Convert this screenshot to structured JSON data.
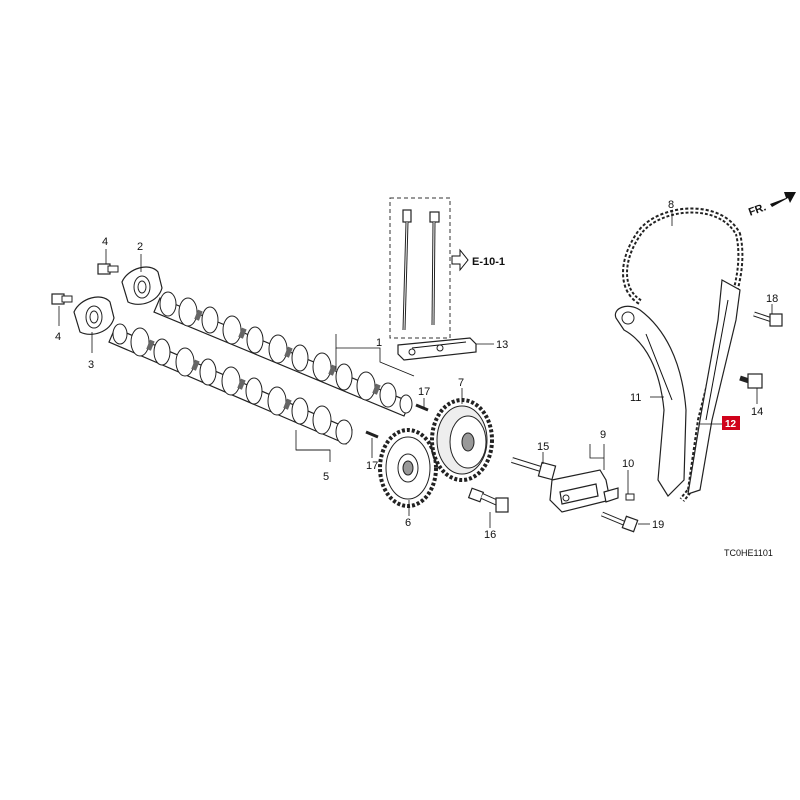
{
  "diagram": {
    "direction_label": "FR.",
    "reference_label": "E-10-1",
    "image_code": "TC0HE1101",
    "highlight_color": "#d0021b",
    "callouts": [
      {
        "id": "c1",
        "text": "1"
      },
      {
        "id": "c2",
        "text": "2"
      },
      {
        "id": "c3",
        "text": "3"
      },
      {
        "id": "c4a",
        "text": "4"
      },
      {
        "id": "c4b",
        "text": "4"
      },
      {
        "id": "c5",
        "text": "5"
      },
      {
        "id": "c6",
        "text": "6"
      },
      {
        "id": "c7",
        "text": "7"
      },
      {
        "id": "c8",
        "text": "8"
      },
      {
        "id": "c9",
        "text": "9"
      },
      {
        "id": "c10",
        "text": "10"
      },
      {
        "id": "c11",
        "text": "11"
      },
      {
        "id": "c12",
        "text": "12",
        "highlighted": true
      },
      {
        "id": "c13",
        "text": "13"
      },
      {
        "id": "c14",
        "text": "14"
      },
      {
        "id": "c15",
        "text": "15"
      },
      {
        "id": "c16",
        "text": "16"
      },
      {
        "id": "c17a",
        "text": "17"
      },
      {
        "id": "c17b",
        "text": "17"
      },
      {
        "id": "c18",
        "text": "18"
      },
      {
        "id": "c19",
        "text": "19"
      }
    ]
  }
}
